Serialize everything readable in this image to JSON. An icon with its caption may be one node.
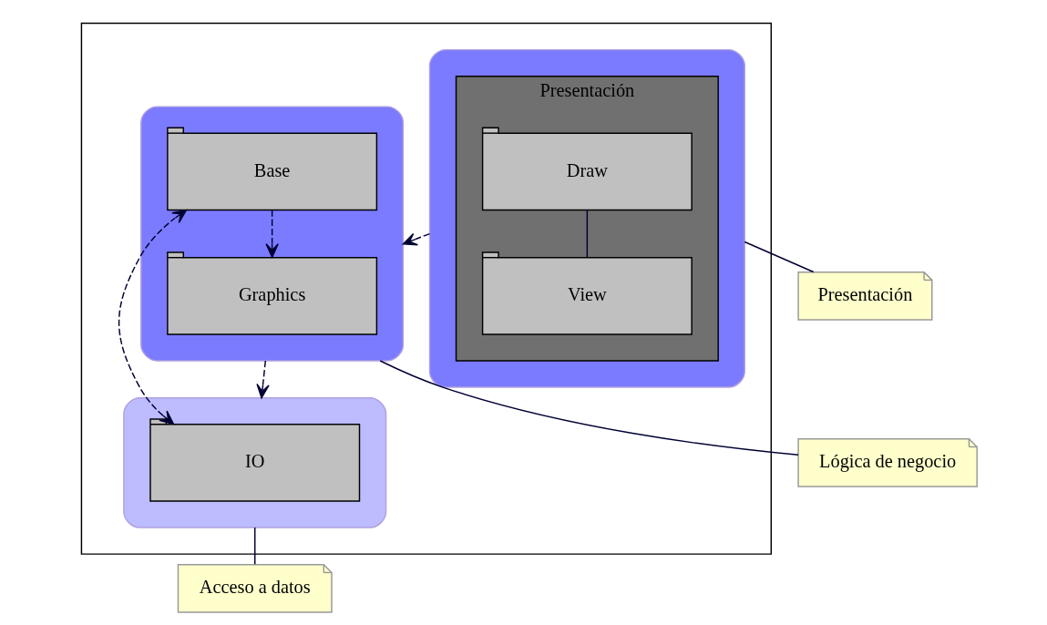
{
  "diagram": {
    "nodes": [
      {
        "text": [],
        "shape": "box"
      },
      {
        "text": [],
        "shape": "box",
        "in": 0
      },
      {
        "text": [
          "Presentación"
        ],
        "in": 1
      },
      {
        "text": [
          "Draw"
        ],
        "in": 2
      },
      {
        "text": [
          "View"
        ],
        "in": 2
      },
      {
        "text": [],
        "shape": "box",
        "in": 0
      },
      {
        "text": [
          "Graphics"
        ],
        "in": 5
      },
      {
        "text": [
          "Base"
        ],
        "in": 5
      },
      {
        "text": [],
        "shape": "box",
        "in": 0
      },
      {
        "text": [
          "IO"
        ],
        "in": 8
      },
      {
        "text": [
          "Presentación"
        ]
      },
      {
        "text": [
          "Lógica de negocio"
        ]
      },
      {
        "text": [
          "Acceso a datos"
        ]
      }
    ],
    "edges": [
      {
        "from": 3,
        "to": 4,
        "arrow": "none"
      },
      {
        "from": 1,
        "to": 5,
        "arrow": "to",
        "style": "dashed"
      },
      {
        "from": 7,
        "to": 6,
        "arrow": "to",
        "style": "dashed"
      },
      {
        "from": 5,
        "to": 8,
        "arrow": "to",
        "style": "dashed"
      },
      {
        "from": 9,
        "to": 7,
        "arrow": "both",
        "style": "dashed"
      },
      {
        "from": 1,
        "to": 10,
        "arrow": "none"
      },
      {
        "from": 5,
        "to": 11,
        "arrow": "none"
      },
      {
        "from": 8,
        "to": 12,
        "arrow": "none"
      }
    ]
  }
}
